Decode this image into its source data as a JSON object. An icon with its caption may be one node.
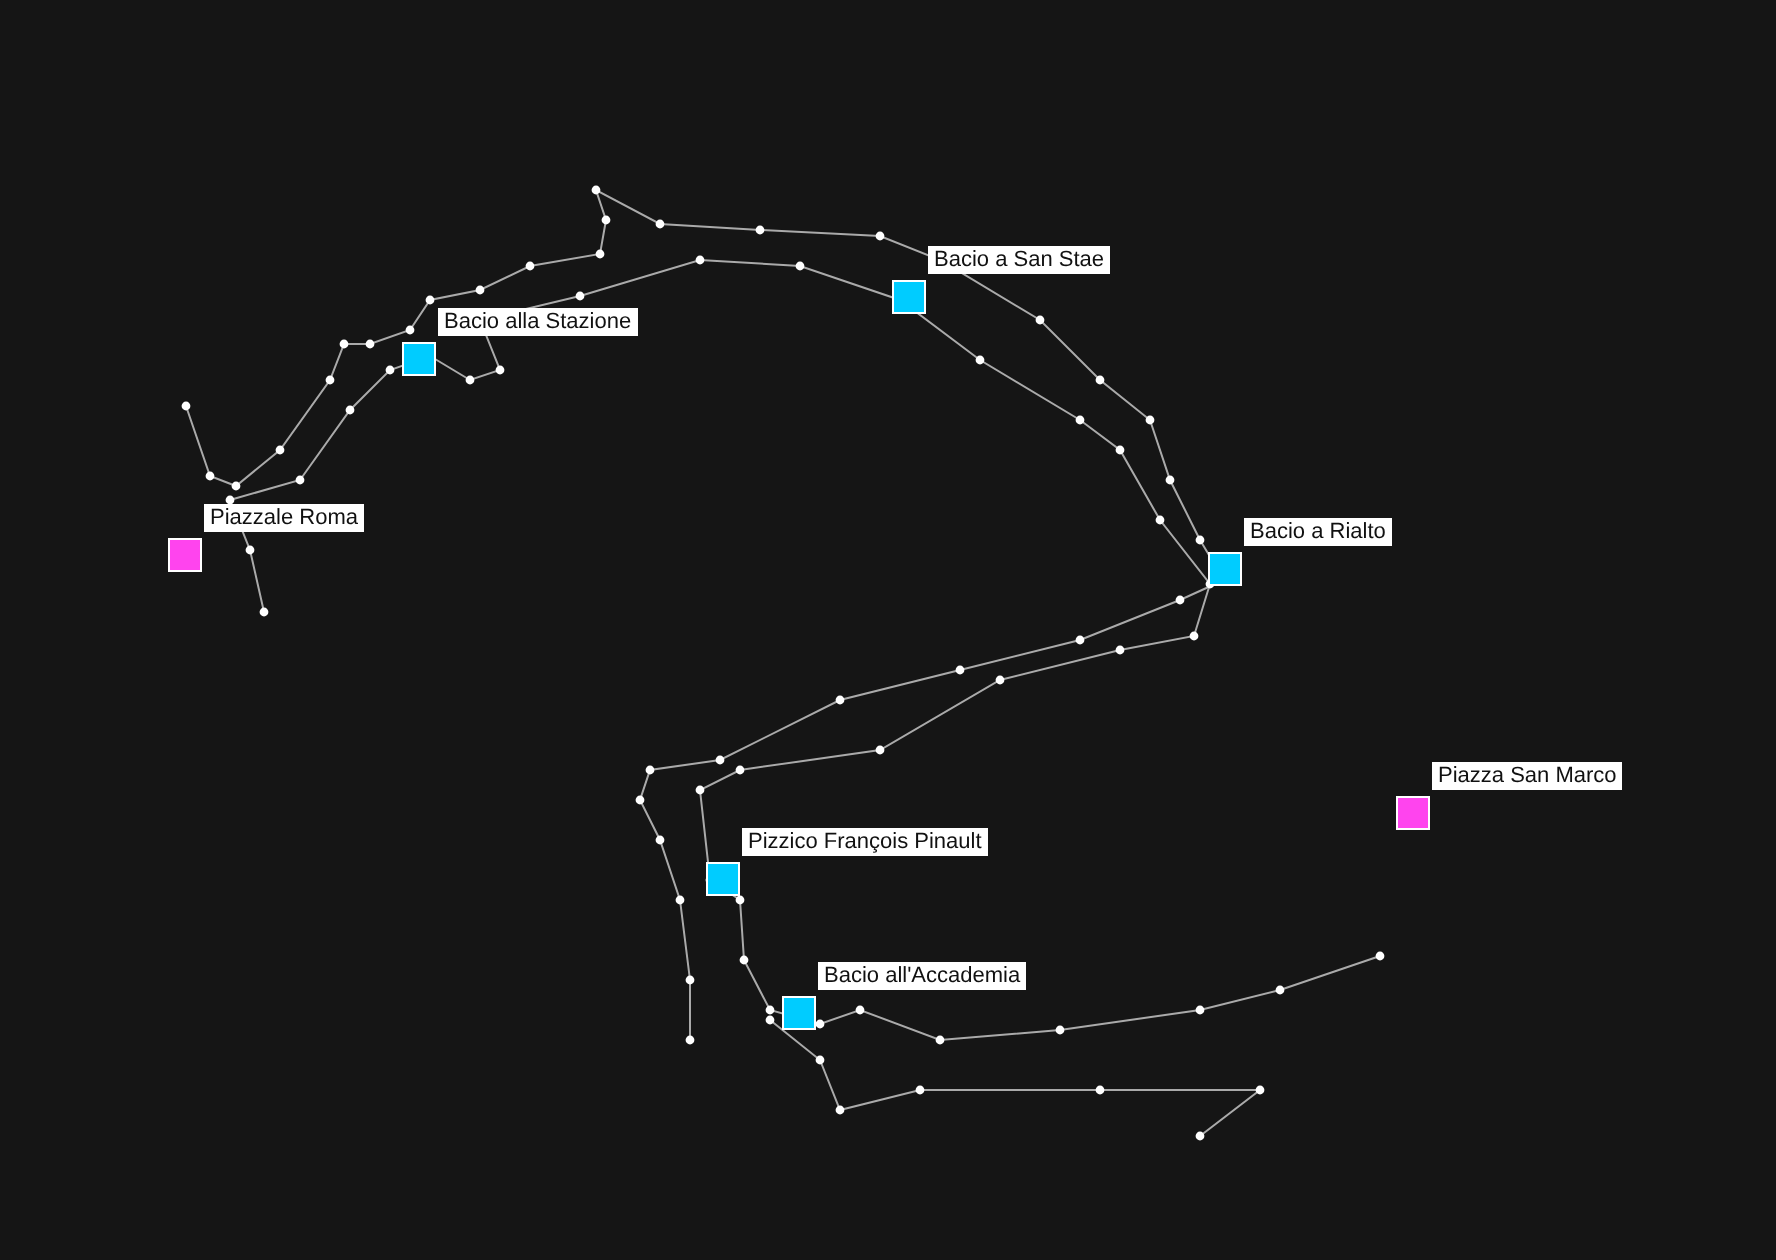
{
  "diagram": {
    "nodes": [
      {
        "text": [
          "Piazzale Roma"
        ]
      },
      {
        "text": [
          "Bacio alla Stazione"
        ]
      },
      {
        "text": [
          "Bacio a San Stae"
        ]
      },
      {
        "text": [
          "Bacio a Rialto"
        ]
      },
      {
        "text": [
          "Piazza San Marco"
        ]
      },
      {
        "text": [
          "Pizzico François Pinault"
        ]
      },
      {
        "text": [
          "Bacio all'Accademia"
        ]
      }
    ]
  }
}
